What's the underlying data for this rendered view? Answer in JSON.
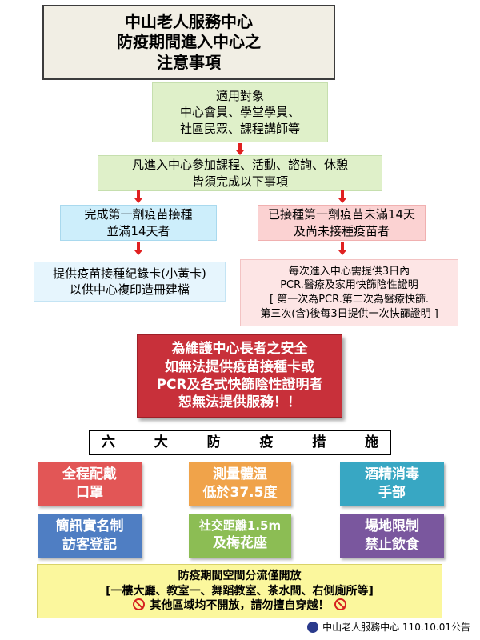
{
  "title": {
    "line1": "中山老人服務中心",
    "line2": "防疫期間進入中心之",
    "line3": "注意事項"
  },
  "applicable": {
    "line1": "適用對象",
    "line2": "中心會員、學堂學員、",
    "line3": "社區民眾、課程講師等"
  },
  "requirement": {
    "line1": "凡進入中心參加課程、活動、諮詢、休憩",
    "line2": "皆須完成以下事項"
  },
  "left_branch": {
    "condition_line1": "完成第一劑疫苗接種",
    "condition_line2": "並滿14天者",
    "action_line1": "提供疫苗接種紀錄卡(小黃卡)",
    "action_line2": "以供中心複印造冊建檔"
  },
  "right_branch": {
    "condition_line1": "已接種第一劑疫苗未滿14天",
    "condition_line2": "及尚未接種疫苗者",
    "action_line1": "每次進入中心需提供3日內",
    "action_line2": "PCR.醫療及家用快篩陰性證明",
    "action_line3": "[ 第一次為PCR.第二次為醫療快篩.",
    "action_line4": "第三次(含)後每3日提供一次快篩證明 ]"
  },
  "warning": {
    "line1": "為維護中心長者之安全",
    "line2": "如無法提供疫苗接種卡或",
    "line3": "PCR及各式快篩陰性證明者",
    "line4": "恕無法提供服務！！"
  },
  "six_measures": {
    "chars": [
      "六",
      "大",
      "防",
      "疫",
      "措",
      "施"
    ],
    "items": [
      {
        "line1": "全程配戴",
        "line2": "口罩"
      },
      {
        "line1": "測量體溫",
        "line2": "低於37.5度"
      },
      {
        "line1": "酒精消毒",
        "line2": "手部"
      },
      {
        "line1": "簡訊實名制",
        "line2": "訪客登記"
      },
      {
        "line1": "社交距離1.5m",
        "line2": "及梅花座"
      },
      {
        "line1": "場地限制",
        "line2": "禁止飲食"
      }
    ]
  },
  "notice": {
    "line1": "防疫期間空間分流僅開放",
    "line2": "[一樓大廳、教室一、舞蹈教室、茶水間、右側廁所等]",
    "line3": "其他區域均不開放，請勿擅自穿越！"
  },
  "footer": {
    "text": "中山老人服務中心 110.10.01公告"
  },
  "colors": {
    "arrow": "#e02020",
    "warning": "#c8303a",
    "notice": "#fbf79d"
  }
}
